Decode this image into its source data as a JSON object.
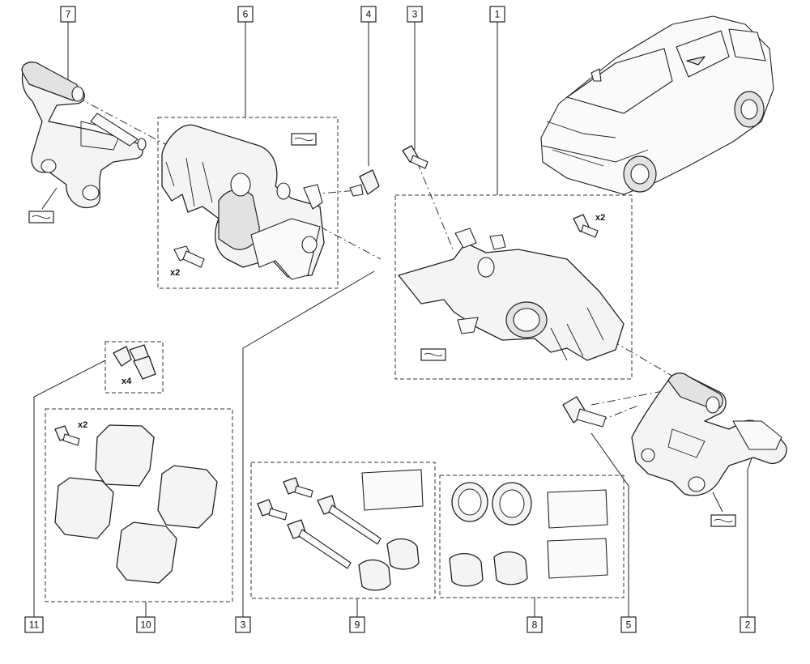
{
  "callouts": [
    {
      "label": "7"
    },
    {
      "label": "6"
    },
    {
      "label": "4"
    },
    {
      "label": "3"
    },
    {
      "label": "1"
    },
    {
      "label": "11"
    },
    {
      "label": "10"
    },
    {
      "label": "3"
    },
    {
      "label": "9"
    },
    {
      "label": "8"
    },
    {
      "label": "5"
    },
    {
      "label": "2"
    }
  ],
  "quantities": {
    "caliper_bolts_kit6": "x2",
    "bleed_bolt_kit1": "x2",
    "clips_kit11": "x4",
    "bolts_kit10": "x2"
  }
}
